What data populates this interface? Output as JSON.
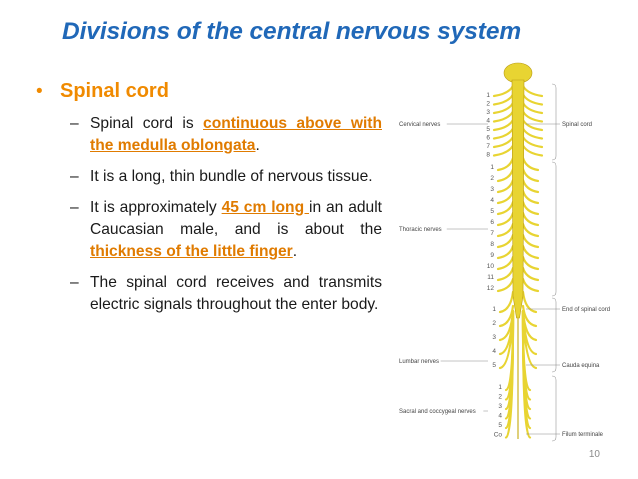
{
  "slide": {
    "title": "Divisions of the central nervous system",
    "bullet": "Spinal cord",
    "page_number": "10",
    "colors": {
      "title": "#2068b8",
      "accent": "#f08a00",
      "highlight": "#e07b00",
      "nerve": "#e8d432"
    },
    "points": [
      {
        "segments": [
          {
            "text": "Spinal cord is ",
            "highlight": false
          },
          {
            "text": "continuous above with the medulla oblongata",
            "highlight": true
          },
          {
            "text": ".",
            "highlight": false
          }
        ]
      },
      {
        "segments": [
          {
            "text": "It is a long, thin bundle of nervous tissue.",
            "highlight": false
          }
        ]
      },
      {
        "segments": [
          {
            "text": "It is approximately ",
            "highlight": false
          },
          {
            "text": "45 cm long ",
            "highlight": true
          },
          {
            "text": "in an adult Caucasian male, and is about the ",
            "highlight": false
          },
          {
            "text": "thickness of the little finger",
            "highlight": true
          },
          {
            "text": ".",
            "highlight": false
          }
        ]
      },
      {
        "segments": [
          {
            "text": "The spinal cord receives and transmits electric signals throughout the enter body.",
            "highlight": false
          }
        ]
      }
    ]
  },
  "figure": {
    "left_labels": [
      "Cervical nerves",
      "Thoracic nerves",
      "Lumbar nerves",
      "Sacral and coccygeal nerves"
    ],
    "right_labels": [
      "Spinal cord",
      "End of spinal cord",
      "Cauda equina",
      "Filum terminale"
    ],
    "cervical_numbers": [
      "1",
      "2",
      "3",
      "4",
      "5",
      "6",
      "7",
      "8"
    ],
    "thoracic_numbers": [
      "1",
      "2",
      "3",
      "4",
      "5",
      "6",
      "7",
      "8",
      "9",
      "10",
      "11",
      "12"
    ],
    "lumbar_numbers": [
      "1",
      "2",
      "3",
      "4",
      "5"
    ],
    "sacral_numbers": [
      "1",
      "2",
      "3",
      "4",
      "5",
      "Co"
    ]
  }
}
